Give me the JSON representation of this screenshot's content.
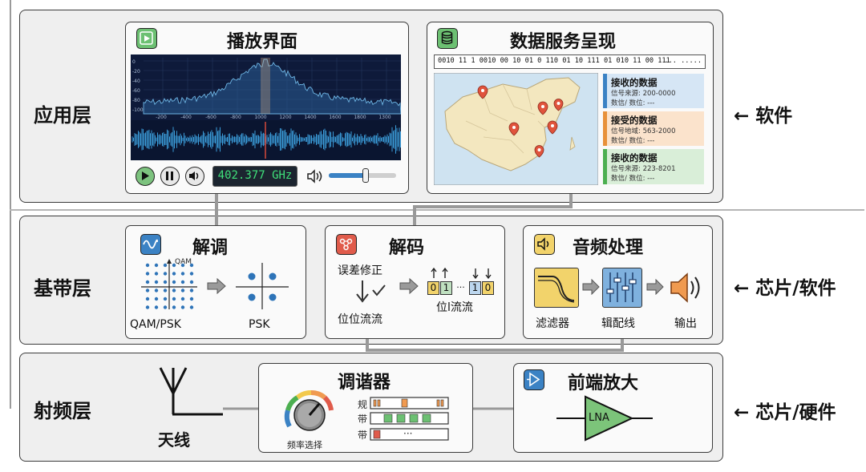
{
  "layers": {
    "app": "应用层",
    "baseband": "基带层",
    "rf": "射频层"
  },
  "side_labels": {
    "app": "← 软件",
    "baseband": "← 芯片/软件",
    "rf": "← 芯片/硬件"
  },
  "playback": {
    "title": "播放界面",
    "x_ticks": [
      "-200",
      "-400",
      "-600",
      "-800",
      "1000",
      "1200",
      "1400",
      "1600",
      "1800",
      "1300"
    ],
    "y_ticks": [
      "0",
      "-20",
      "-40",
      "-60",
      "-80",
      "-100"
    ],
    "frequency": "402.377 GHz",
    "volume_level": 0.55,
    "icons": [
      "play-icon",
      "pause-icon",
      "speaker-icon",
      "volume-icon"
    ]
  },
  "data_service": {
    "title": "数据服务呈现",
    "bitstream": "0010 11 1 0010 00 10 01 0 110 01 10 111 01 010 11 00 111",
    "bitstream_more": "... .....",
    "cards": [
      {
        "title": "接收的数据",
        "line1": "信号来源: 200-0000",
        "line2": "数信/ 数位: ---",
        "color": "#3b82c4",
        "bg": "#d6e6f5"
      },
      {
        "title": "接受的数据",
        "line1": "信号地域: 563-2000",
        "line2": "数信/ 数位: ---",
        "color": "#e8913a",
        "bg": "#fbe3cc"
      },
      {
        "title": "接收的数据",
        "line1": "信号来源: 223-8201",
        "line2": "数信/ 数位: ---",
        "color": "#4caf50",
        "bg": "#d9eed8"
      }
    ]
  },
  "demod": {
    "title": "解调",
    "qam_small": "QAM",
    "left_label": "QAM/PSK",
    "right_label": "PSK"
  },
  "decode": {
    "title": "解码",
    "error_correction": "误差修正",
    "bit_stream_left": "位位流流",
    "bit_stream_right": "位l流流",
    "bits": [
      "0",
      "1",
      "1",
      "0"
    ],
    "ellipsis": "···"
  },
  "audio": {
    "title": "音频处理",
    "filter": "滤滤器",
    "equalizer": "辑配线",
    "output": "输出"
  },
  "rf": {
    "antenna": "天线",
    "tuner_title": "调谐器",
    "freq_select": "频率选择",
    "band_labels": [
      "规",
      "带",
      "带"
    ],
    "band_ellipsis": "···",
    "frontend_title": "前端放大",
    "lna": "LNA"
  },
  "colors": {
    "layer_bg": "#efefef",
    "spectrum_bg": "#0e1a3a",
    "spectrum_line": "#6fb7e6",
    "waveform": "#3a9bd8",
    "marker": "#d64a3a",
    "freq_text": "#3fe07a",
    "lna_fill": "#7cc47a"
  }
}
